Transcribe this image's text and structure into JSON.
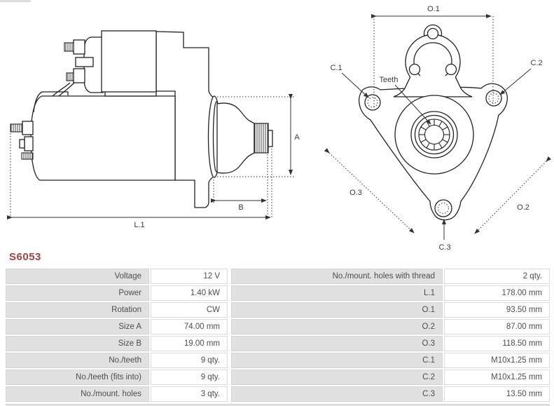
{
  "part": {
    "number": "S6053"
  },
  "colors": {
    "accent_red": "#a8403d",
    "cell_gray": "#e1e1e1",
    "cell_border": "#d4d4d4",
    "table_text": "#4d4d4d",
    "drawing_line": "#222222"
  },
  "diagrams": {
    "side_view": {
      "labels": {
        "a": "A",
        "b": "B",
        "l1": "L.1"
      }
    },
    "front_view": {
      "labels": {
        "o1": "O.1",
        "o2": "O.2",
        "o3": "O.3",
        "c1": "C.1",
        "c2": "C.2",
        "c3": "C.3",
        "teeth": "Teeth"
      }
    }
  },
  "specs": {
    "left": [
      {
        "label": "Voltage",
        "value": "12 V"
      },
      {
        "label": "Power",
        "value": "1.40 kW"
      },
      {
        "label": "Rotation",
        "value": "CW"
      },
      {
        "label": "Size A",
        "value": "74.00 mm"
      },
      {
        "label": "Size B",
        "value": "19.00 mm"
      },
      {
        "label": "No./teeth",
        "value": "9 qty."
      },
      {
        "label": "No./teeth (fits into)",
        "value": "9 qty."
      },
      {
        "label": "No./mount. holes",
        "value": "3 qty."
      }
    ],
    "right": [
      {
        "label": "No./mount. holes with thread",
        "value": "2 qty."
      },
      {
        "label": "L.1",
        "value": "178.00 mm"
      },
      {
        "label": "O.1",
        "value": "93.50 mm"
      },
      {
        "label": "O.2",
        "value": "87.00 mm"
      },
      {
        "label": "O.3",
        "value": "118.50 mm"
      },
      {
        "label": "C.1",
        "value": "M10x1.25 mm"
      },
      {
        "label": "C.2",
        "value": "M10x1.25 mm"
      },
      {
        "label": "C.3",
        "value": "13.50 mm"
      }
    ]
  }
}
